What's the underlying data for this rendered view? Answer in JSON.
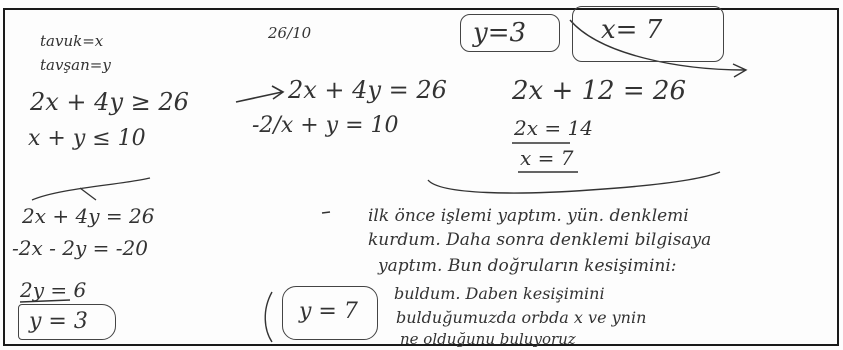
{
  "notes": {
    "var_tavuk": "tavuk=x",
    "var_tavsan": "tavşan=y",
    "top_fraction": "26/10",
    "ineq1": "2x + 4y ≥ 26",
    "ineq2": "x + y ≤ 10",
    "eq1": "2x + 4y = 26",
    "eq2": "-2/x + y = 10",
    "box_y3": "y=3",
    "box_x7": "x= 7",
    "step1": "2x + 12 = 26",
    "step2": "2x = 14",
    "step3": "x = 7",
    "elim1": "2x + 4y = 26",
    "elim2": "-2x - 2y = -20",
    "elim3": "2y = 6",
    "elim4": "y = 3",
    "box_y7": "y = 7",
    "text_line1": "ilk önce işlemi yaptım. yün. denklemi",
    "text_line2": "kurdum. Daha sonra denklemi bilgisaya",
    "text_line3": "yaptım. Bun doğruların kesişimini:",
    "text_line4": "buldum. Daben kesişimini",
    "text_line5": "bulduğumuzda orbda x ve ynin",
    "text_line6": "ne olduğunu buluyoruz"
  }
}
